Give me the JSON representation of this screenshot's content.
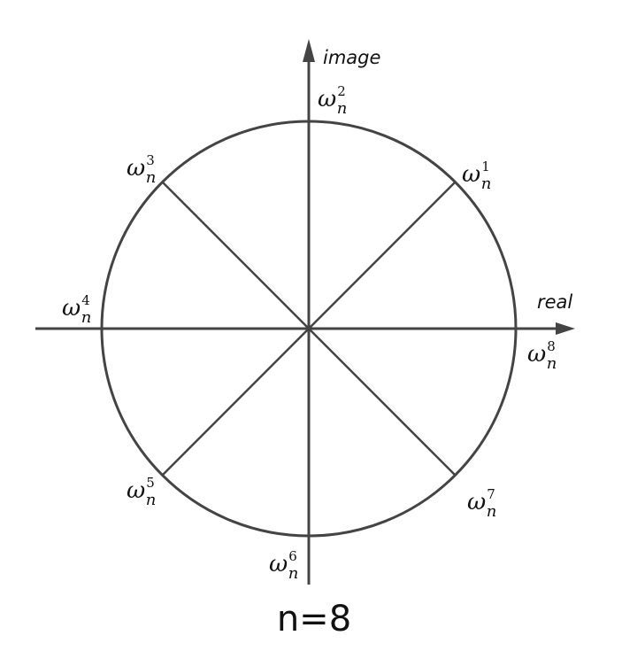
{
  "diagram": {
    "n": 8,
    "caption": "n=8",
    "axes": {
      "x_label": "real",
      "y_label": "image"
    },
    "roots": [
      {
        "k": 1,
        "base": "ω",
        "sub": "n",
        "sup": "1"
      },
      {
        "k": 2,
        "base": "ω",
        "sub": "n",
        "sup": "2"
      },
      {
        "k": 3,
        "base": "ω",
        "sub": "n",
        "sup": "3"
      },
      {
        "k": 4,
        "base": "ω",
        "sub": "n",
        "sup": "4"
      },
      {
        "k": 5,
        "base": "ω",
        "sub": "n",
        "sup": "5"
      },
      {
        "k": 6,
        "base": "ω",
        "sub": "n",
        "sup": "6"
      },
      {
        "k": 7,
        "base": "ω",
        "sub": "n",
        "sup": "7"
      },
      {
        "k": 8,
        "base": "ω",
        "sub": "n",
        "sup": "8"
      }
    ],
    "colors": {
      "stroke": "#444444",
      "text": "#111111"
    }
  }
}
